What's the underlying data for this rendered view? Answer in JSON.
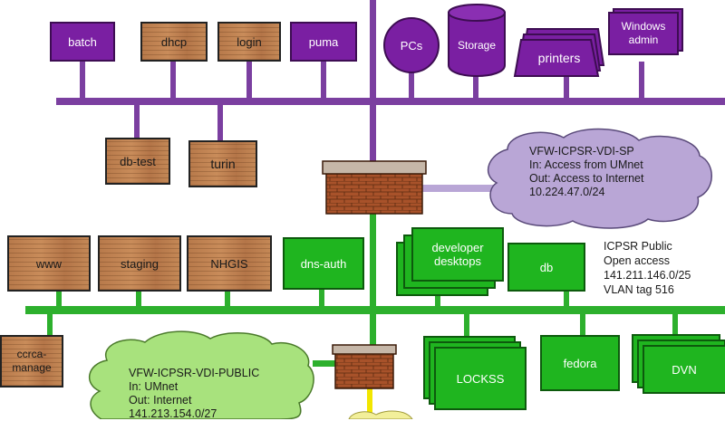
{
  "nodes": {
    "batch": "batch",
    "dhcp": "dhcp",
    "login": "login",
    "puma": "puma",
    "pcs": "PCs",
    "storage": "Storage",
    "printers": "printers",
    "windows_admin": "Windows\nadmin",
    "db_test": "db-test",
    "turin": "turin",
    "www": "www",
    "staging": "staging",
    "nhgis": "NHGIS",
    "dns_auth": "dns-auth",
    "developer_desktops": "developer\ndesktops",
    "db": "db",
    "ccrca_manage": "ccrca-\nmanage",
    "lockss": "LOCKSS",
    "fedora": "fedora",
    "dvn": "DVN"
  },
  "clouds": {
    "sp": "VFW-ICPSR-VDI-SP\nIn: Access from UMnet\nOut: Access to Internet\n10.224.47.0/24",
    "public": "VFW-ICPSR-VDI-PUBLIC\nIn: UMnet\nOut: Internet\n141.213.154.0/27"
  },
  "network_info": "ICPSR Public\nOpen access\n141.211.146.0/25\nVLAN tag 516",
  "colors": {
    "purple": "#7a1fa2",
    "green": "#1fb51f",
    "wood": "#c18656",
    "cloud_purple": "#b9a6d6",
    "cloud_green": "#a8e27d",
    "brick": "#a8522a"
  }
}
